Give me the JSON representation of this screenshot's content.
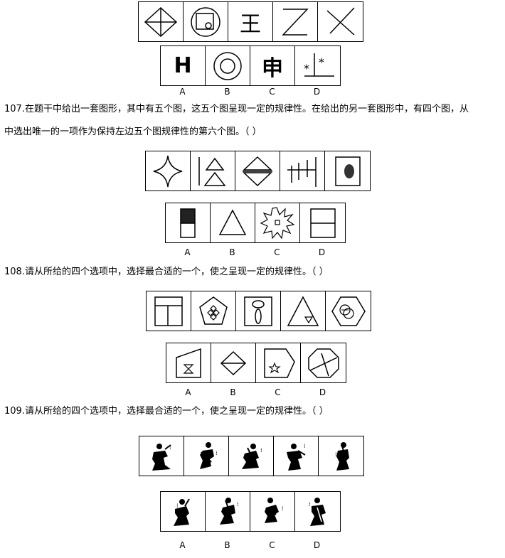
{
  "q106": {
    "stem_glyph": "王",
    "option_glyphs": {
      "a": "H",
      "c": "申"
    },
    "labels": [
      "A",
      "B",
      "C",
      "D"
    ]
  },
  "q107": {
    "line1": "107.在题干中给出一套图形，其中有五个图，这五个图呈现一定的规律性。在给出的另一套图形中，有四个图，从",
    "line2": "中选出唯一的一项作为保持左边五个图规律性的第六个图。（    ）",
    "labels": [
      "A",
      "B",
      "C",
      "D"
    ]
  },
  "q108": {
    "line1": "108.请从所给的四个选项中，选择最合适的一个，使之呈现一定的规律性。（    ）",
    "labels": [
      "A",
      "B",
      "C",
      "D"
    ]
  },
  "q109": {
    "line1": "109.请从所给的四个选项中，选择最合适的一个，使之呈现一定的规律性。（    ）",
    "labels": [
      "A",
      "B",
      "C",
      "D"
    ]
  }
}
